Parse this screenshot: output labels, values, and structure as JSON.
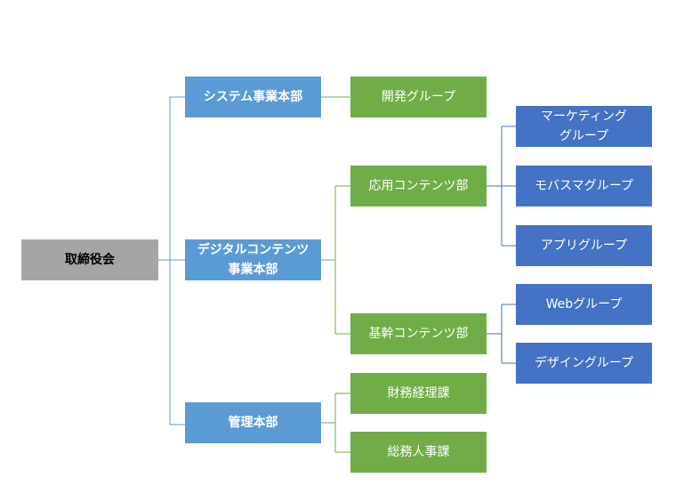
{
  "org_chart": {
    "root": {
      "label": "取締役会"
    },
    "divisions": [
      {
        "label": "システム事業本部",
        "children": [
          {
            "label": "開発グループ",
            "children": []
          }
        ]
      },
      {
        "label": "デジタルコンテンツ\n事業本部",
        "children": [
          {
            "label": "応用コンテンツ部",
            "children": [
              {
                "label": "マーケティング\nグループ"
              },
              {
                "label": "モバスマグループ"
              },
              {
                "label": "アプリグループ"
              }
            ]
          },
          {
            "label": "基幹コンテンツ部",
            "children": [
              {
                "label": "Webグループ"
              },
              {
                "label": "デザイングループ"
              }
            ]
          }
        ]
      },
      {
        "label": "管理本部",
        "children": [
          {
            "label": "財務経理課",
            "children": []
          },
          {
            "label": "総務人事課",
            "children": []
          }
        ]
      }
    ]
  },
  "colors": {
    "root": "#a5a5a5",
    "division": "#5b9bd5",
    "level2": "#70ad47",
    "level3": "#4472c4",
    "connector_division": "#5b9bd5",
    "connector_level2": "#70ad47",
    "connector_level3": "#4472c4"
  }
}
